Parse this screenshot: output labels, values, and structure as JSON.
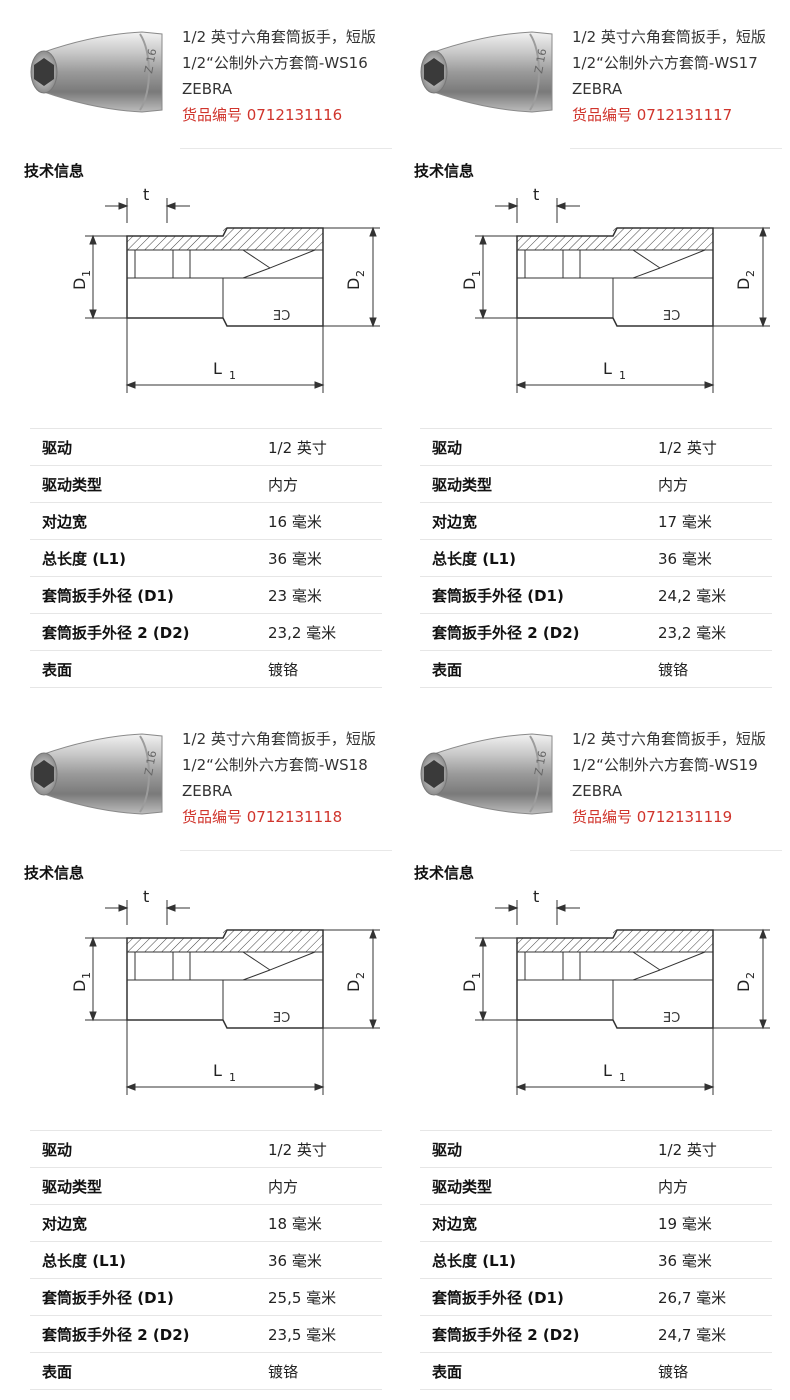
{
  "products": [
    {
      "line1": "1/2 英寸六角套筒扳手，短版",
      "line2": "1/2“公制外六方套筒-WS16",
      "brand": "ZEBRA",
      "code": "货品编号 0712131116",
      "tech_title": "技术信息",
      "specs": [
        {
          "label": "驱动",
          "value": "1/2 英寸"
        },
        {
          "label": "驱动类型",
          "value": "内方"
        },
        {
          "label": "对边宽",
          "value": "16 毫米"
        },
        {
          "label": "总长度 (L1)",
          "value": "36 毫米"
        },
        {
          "label": "套筒扳手外径 (D1)",
          "value": "23 毫米"
        },
        {
          "label": "套筒扳手外径 2 (D2)",
          "value": "23,2 毫米"
        },
        {
          "label": "表面",
          "value": "镀铬"
        }
      ]
    },
    {
      "line1": "1/2 英寸六角套筒扳手，短版",
      "line2": "1/2“公制外六方套筒-WS17",
      "brand": "ZEBRA",
      "code": "货品编号 0712131117",
      "tech_title": "技术信息",
      "specs": [
        {
          "label": "驱动",
          "value": "1/2 英寸"
        },
        {
          "label": "驱动类型",
          "value": "内方"
        },
        {
          "label": "对边宽",
          "value": "17 毫米"
        },
        {
          "label": "总长度 (L1)",
          "value": "36 毫米"
        },
        {
          "label": "套筒扳手外径 (D1)",
          "value": "24,2 毫米"
        },
        {
          "label": "套筒扳手外径 2 (D2)",
          "value": "23,2 毫米"
        },
        {
          "label": "表面",
          "value": "镀铬"
        }
      ]
    },
    {
      "line1": "1/2 英寸六角套筒扳手，短版",
      "line2": "1/2“公制外六方套筒-WS18",
      "brand": "ZEBRA",
      "code": "货品编号 0712131118",
      "tech_title": "技术信息",
      "specs": [
        {
          "label": "驱动",
          "value": "1/2 英寸"
        },
        {
          "label": "驱动类型",
          "value": "内方"
        },
        {
          "label": "对边宽",
          "value": "18 毫米"
        },
        {
          "label": "总长度 (L1)",
          "value": "36 毫米"
        },
        {
          "label": "套筒扳手外径 (D1)",
          "value": "25,5 毫米"
        },
        {
          "label": "套筒扳手外径 2 (D2)",
          "value": "23,5 毫米"
        },
        {
          "label": "表面",
          "value": "镀铬"
        }
      ]
    },
    {
      "line1": "1/2 英寸六角套筒扳手，短版",
      "line2": "1/2“公制外六方套筒-WS19",
      "brand": "ZEBRA",
      "code": "货品编号 0712131119",
      "tech_title": "技术信息",
      "specs": [
        {
          "label": "驱动",
          "value": "1/2 英寸"
        },
        {
          "label": "驱动类型",
          "value": "内方"
        },
        {
          "label": "对边宽",
          "value": "19 毫米"
        },
        {
          "label": "总长度 (L1)",
          "value": "36 毫米"
        },
        {
          "label": "套筒扳手外径 (D1)",
          "value": "26,7 毫米"
        },
        {
          "label": "套筒扳手外径 2 (D2)",
          "value": "24,7 毫米"
        },
        {
          "label": "表面",
          "value": "镀铬"
        }
      ]
    }
  ],
  "drawing_labels": {
    "t": "t",
    "d1": "D",
    "d1_sub": "1",
    "d2": "D",
    "d2_sub": "2",
    "l1": "L",
    "l1_sub": "1"
  }
}
